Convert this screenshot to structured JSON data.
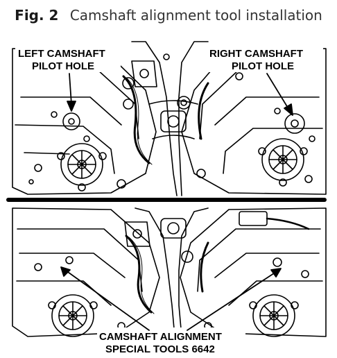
{
  "caption": {
    "fig_label": "Fig. 2",
    "title": "Camshaft alignment tool installation"
  },
  "labels": {
    "left_line1": "LEFT CAMSHAFT",
    "left_line2": "PILOT HOLE",
    "right_line1": "RIGHT CAMSHAFT",
    "right_line2": "PILOT HOLE",
    "tools_line1": "CAMSHAFT ALIGNMENT",
    "tools_line2": "SPECIAL TOOLS 6642"
  },
  "colors": {
    "ink": "#000000",
    "paper": "#ffffff"
  }
}
